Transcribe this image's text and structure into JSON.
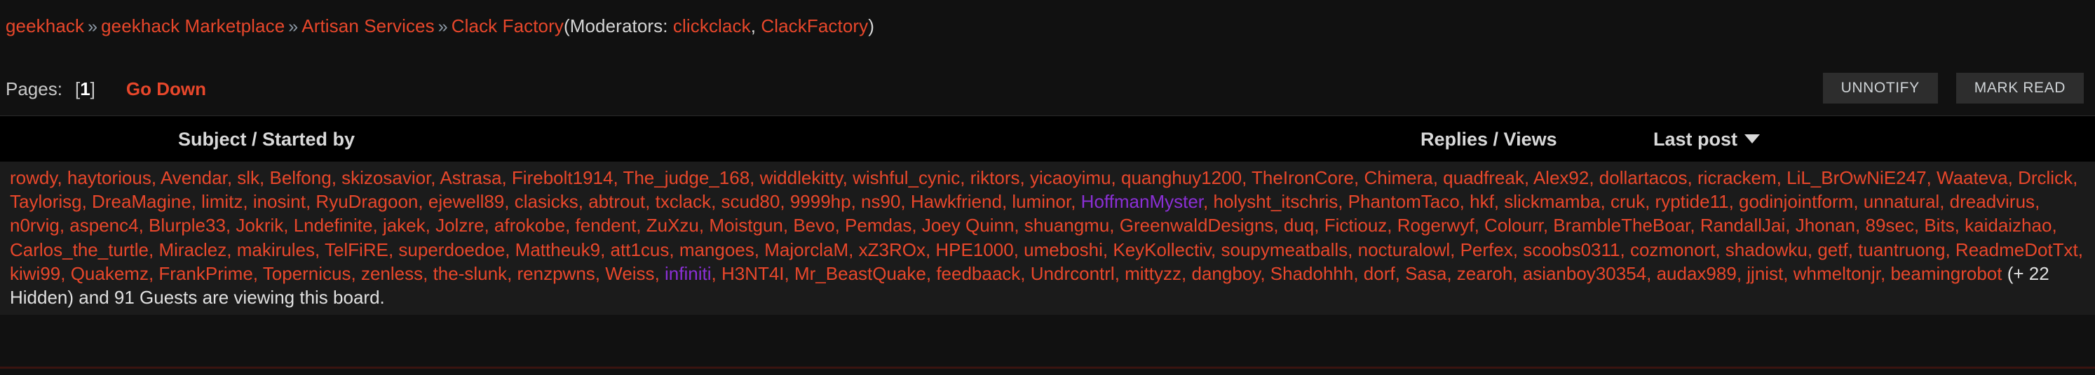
{
  "breadcrumb": {
    "items": [
      "geekhack",
      "geekhack Marketplace",
      "Artisan Services",
      "Clack Factory"
    ],
    "separator": "»",
    "moderators_prefix": "(Moderators: ",
    "moderators": [
      "clickclack",
      "ClackFactory"
    ],
    "moderators_suffix": ")"
  },
  "pagination": {
    "label": "Pages:",
    "open_bracket": "[",
    "current_page": "1",
    "close_bracket": "]",
    "go_down": "Go Down"
  },
  "toolbar": {
    "unnotify_label": "UNNOTIFY",
    "mark_read_label": "MARK READ"
  },
  "table_header": {
    "subject": "Subject / Started by",
    "replies_views": "Replies / Views",
    "last_post": "Last post",
    "sort_icon": "caret-down-icon"
  },
  "viewers": {
    "names": [
      {
        "name": "rowdy",
        "color": "red"
      },
      {
        "name": "haytorious",
        "color": "red"
      },
      {
        "name": "Avendar",
        "color": "red"
      },
      {
        "name": "slk",
        "color": "red"
      },
      {
        "name": "Belfong",
        "color": "red"
      },
      {
        "name": "skizosavior",
        "color": "red"
      },
      {
        "name": "Astrasa",
        "color": "red"
      },
      {
        "name": "Firebolt1914",
        "color": "red"
      },
      {
        "name": "The_judge_168",
        "color": "red"
      },
      {
        "name": "widdlekitty",
        "color": "red"
      },
      {
        "name": "wishful_cynic",
        "color": "red"
      },
      {
        "name": "riktors",
        "color": "red"
      },
      {
        "name": "yicaoyimu",
        "color": "red"
      },
      {
        "name": "quanghuy1200",
        "color": "red"
      },
      {
        "name": "TheIronCore",
        "color": "red"
      },
      {
        "name": "Chimera",
        "color": "red"
      },
      {
        "name": "quadfreak",
        "color": "red"
      },
      {
        "name": "Alex92",
        "color": "red"
      },
      {
        "name": "dollartacos",
        "color": "red"
      },
      {
        "name": "ricrackem",
        "color": "red"
      },
      {
        "name": "LiL_BrOwNiE247",
        "color": "red"
      },
      {
        "name": "Waateva",
        "color": "red"
      },
      {
        "name": "Drclick",
        "color": "red"
      },
      {
        "name": "Taylorisg",
        "color": "red"
      },
      {
        "name": "DreaMagine",
        "color": "red"
      },
      {
        "name": "limitz",
        "color": "red"
      },
      {
        "name": "inosint",
        "color": "red"
      },
      {
        "name": "RyuDragoon",
        "color": "red"
      },
      {
        "name": "ejewell89",
        "color": "red"
      },
      {
        "name": "clasicks",
        "color": "red"
      },
      {
        "name": "abtrout",
        "color": "red"
      },
      {
        "name": "txclack",
        "color": "red"
      },
      {
        "name": "scud80",
        "color": "red"
      },
      {
        "name": "9999hp",
        "color": "red"
      },
      {
        "name": "ns90",
        "color": "red"
      },
      {
        "name": "Hawkfriend",
        "color": "red"
      },
      {
        "name": "luminor",
        "color": "red"
      },
      {
        "name": "HoffmanMyster",
        "color": "purple"
      },
      {
        "name": "holysht_itschris",
        "color": "red"
      },
      {
        "name": "PhantomTaco",
        "color": "red"
      },
      {
        "name": "hkf",
        "color": "red"
      },
      {
        "name": "slickmamba",
        "color": "red"
      },
      {
        "name": "cruk",
        "color": "red"
      },
      {
        "name": "ryptide11",
        "color": "red"
      },
      {
        "name": "godinjointform",
        "color": "red"
      },
      {
        "name": "unnatural",
        "color": "red"
      },
      {
        "name": "dreadvirus",
        "color": "red"
      },
      {
        "name": "n0rvig",
        "color": "red"
      },
      {
        "name": "aspenc4",
        "color": "red"
      },
      {
        "name": "Blurple33",
        "color": "red"
      },
      {
        "name": "Jokrik",
        "color": "red"
      },
      {
        "name": "Lndefinite",
        "color": "red"
      },
      {
        "name": "jakek",
        "color": "red"
      },
      {
        "name": "Jolzre",
        "color": "red"
      },
      {
        "name": "afrokobe",
        "color": "red"
      },
      {
        "name": "fendent",
        "color": "red"
      },
      {
        "name": "ZuXzu",
        "color": "red"
      },
      {
        "name": "Moistgun",
        "color": "red"
      },
      {
        "name": "Bevo",
        "color": "red"
      },
      {
        "name": "Pemdas",
        "color": "red"
      },
      {
        "name": "Joey Quinn",
        "color": "red"
      },
      {
        "name": "shuangmu",
        "color": "red"
      },
      {
        "name": "GreenwaldDesigns",
        "color": "red"
      },
      {
        "name": "duq",
        "color": "red"
      },
      {
        "name": "Fictiouz",
        "color": "red"
      },
      {
        "name": "Rogerwyf",
        "color": "red"
      },
      {
        "name": "Colourr",
        "color": "red"
      },
      {
        "name": "BrambleTheBoar",
        "color": "red"
      },
      {
        "name": "RandallJai",
        "color": "red"
      },
      {
        "name": "Jhonan",
        "color": "red"
      },
      {
        "name": "89sec",
        "color": "red"
      },
      {
        "name": "Bits",
        "color": "red"
      },
      {
        "name": "kaidaizhao",
        "color": "red"
      },
      {
        "name": "Carlos_the_turtle",
        "color": "red"
      },
      {
        "name": "Miraclez",
        "color": "red"
      },
      {
        "name": "makirules",
        "color": "red"
      },
      {
        "name": "TelFiRE",
        "color": "red"
      },
      {
        "name": "superdoedoe",
        "color": "red"
      },
      {
        "name": "Mattheuk9",
        "color": "red"
      },
      {
        "name": "att1cus",
        "color": "red"
      },
      {
        "name": "mangoes",
        "color": "red"
      },
      {
        "name": "MajorclaM",
        "color": "red"
      },
      {
        "name": "xZ3ROx",
        "color": "red"
      },
      {
        "name": "HPE1000",
        "color": "red"
      },
      {
        "name": "umeboshi",
        "color": "red"
      },
      {
        "name": "KeyKollectiv",
        "color": "red"
      },
      {
        "name": "soupymeatballs",
        "color": "red"
      },
      {
        "name": "nocturalowl",
        "color": "red"
      },
      {
        "name": "Perfex",
        "color": "red"
      },
      {
        "name": "scoobs0311",
        "color": "red"
      },
      {
        "name": "cozmonort",
        "color": "red"
      },
      {
        "name": "shadowku",
        "color": "red"
      },
      {
        "name": "getf",
        "color": "red"
      },
      {
        "name": "tuantruong",
        "color": "red"
      },
      {
        "name": "ReadmeDotTxt",
        "color": "red"
      },
      {
        "name": "kiwi99",
        "color": "red"
      },
      {
        "name": "Quakemz",
        "color": "red"
      },
      {
        "name": "FrankPrime",
        "color": "red"
      },
      {
        "name": "Topernicus",
        "color": "red"
      },
      {
        "name": "zenless",
        "color": "red"
      },
      {
        "name": "the-slunk",
        "color": "red"
      },
      {
        "name": "renzpwns",
        "color": "red"
      },
      {
        "name": "Weiss",
        "color": "red"
      },
      {
        "name": "infiniti",
        "color": "purple"
      },
      {
        "name": "H3NT4I",
        "color": "red"
      },
      {
        "name": "Mr_BeastQuake",
        "color": "red"
      },
      {
        "name": "feedbaack",
        "color": "red"
      },
      {
        "name": "Undrcontrl",
        "color": "red"
      },
      {
        "name": "mittyzz",
        "color": "red"
      },
      {
        "name": "dangboy",
        "color": "red"
      },
      {
        "name": "Shadohhh",
        "color": "red"
      },
      {
        "name": "dorf",
        "color": "red"
      },
      {
        "name": "Sasa",
        "color": "red"
      },
      {
        "name": "zearoh",
        "color": "red"
      },
      {
        "name": "asianboy30354",
        "color": "red"
      },
      {
        "name": "audax989",
        "color": "red"
      },
      {
        "name": "jjnist",
        "color": "red"
      },
      {
        "name": "whmeltonjr",
        "color": "red"
      },
      {
        "name": "beamingrobot",
        "color": "red"
      }
    ],
    "tail_text": "(+ 22 Hidden) and 91 Guests are viewing this board.",
    "hidden_count": "22",
    "guest_count": "91"
  },
  "colors": {
    "link_red": "#e8472b",
    "admin_purple": "#8b2fd6",
    "text_light": "#d9d9d9",
    "page_bg": "#111111",
    "row_bg": "#1b1b1b",
    "button_bg": "#2d2d2d"
  }
}
